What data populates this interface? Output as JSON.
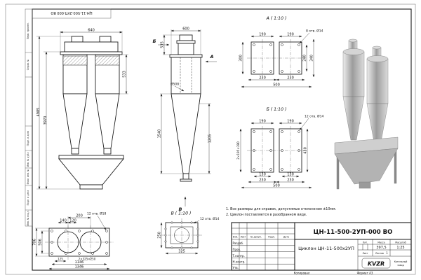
{
  "sheet": {
    "stamp_top": "ЦН-11-500-2УП-000 ВО",
    "copied_label": "Копировал",
    "format_label": "Формат А3",
    "margin_labels": [
      "Перв. примен.",
      "Справ. №",
      "Подп. и дата",
      "Инв. № дубл.",
      "Взам. инв. №",
      "Подп. и дата",
      "Инв. № подл."
    ]
  },
  "notes": [
    "1. Все размеры для справок, допустимые отклонения ±10мм.",
    "2. Циклон поставляется в разобранном виде."
  ],
  "views": {
    "front": {
      "dim_width": "640",
      "dim_inlet": "533",
      "dim_total_height": "4985",
      "dim_body_height": "3970"
    },
    "side": {
      "dim_width": "600",
      "dim_outlet": "535",
      "dim_diameter": "Ø508",
      "dim_cone": "1540",
      "dim_hopper": "1205",
      "marker_a": "А",
      "marker_b": "Б",
      "marker_v": "В"
    },
    "bottom": {
      "holes": "12 отв. Ø18",
      "dim_200": "200",
      "dim_140": "140",
      "dim_120": "120",
      "dim_506": "506",
      "dim_706": "706",
      "dim_125": "125",
      "dim_flange": "2×325×250",
      "dim_1146": "1146",
      "dim_1346": "1346"
    }
  },
  "sections": {
    "a": {
      "title": "А ( 1:10 )",
      "holes": "8 отв. Ø14",
      "dim_190_l": "190",
      "dim_190_r": "190",
      "dim_300": "300",
      "dim_240": "240",
      "dim_340": "340",
      "dim_230_l": "230",
      "dim_230_r": "230",
      "dim_500": "500"
    },
    "b": {
      "title": "Б ( 1:10 )",
      "holes": "12 отв. Ø14",
      "dim_190_l": "190",
      "dim_190_r": "190",
      "dim_flange": "2×195×390",
      "dim_430": "430",
      "dim_130_l": "130",
      "dim_130_r": "130",
      "dim_230_l": "230",
      "dim_230_r": "230",
      "dim_500": "500"
    },
    "v": {
      "title": "В ( 1:10 )",
      "holes": "12 отв. Ø14",
      "dim_325": "325",
      "dim_250": "250"
    }
  },
  "title_block": {
    "designation": "ЦН-11-500-2УП-000 ВО",
    "name": "Циклон ЦН-11-500х2УП",
    "mass_value": "397,5",
    "scale_value": "1:25",
    "sheets_value": "1",
    "headers": {
      "izm": "Изм.",
      "list": "Лист",
      "doc": "№ докум.",
      "podp": "Подп.",
      "data": "Дата"
    },
    "rows": {
      "razrab": "Разраб.",
      "prov": "Пров.",
      "tkontr": "Т.контр.",
      "nkontr": "Н.контр.",
      "utv": "Утв."
    },
    "labels": {
      "lit": "Лит.",
      "massa": "Масса",
      "masshtab": "Масштаб",
      "list": "Лист",
      "listov": "Листов"
    },
    "logo": "KVZR",
    "org_line1": "Котельный",
    "org_line2": "завод"
  }
}
